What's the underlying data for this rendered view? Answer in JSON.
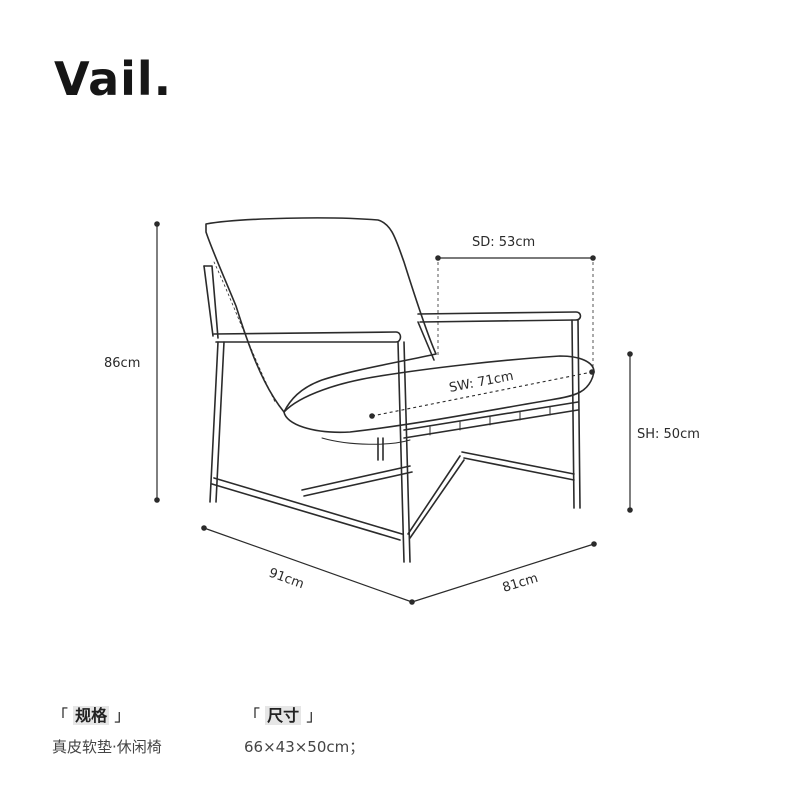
{
  "brand": {
    "title": "Vail."
  },
  "dimensions": {
    "height": "86cm",
    "seat_depth": "SD: 53cm",
    "seat_width": "SW: 71cm",
    "seat_height": "SH: 50cm",
    "width": "91cm",
    "depth": "81cm"
  },
  "specs": {
    "spec_heading": "规格",
    "spec_value": "真皮软垫·休闲椅",
    "size_heading": "尺寸",
    "size_value": "66×43×50cm；"
  }
}
